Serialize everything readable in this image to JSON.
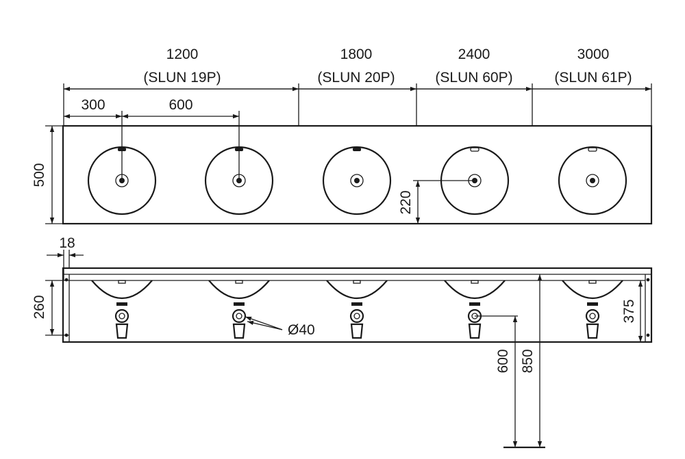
{
  "drawing": {
    "top_labels": [
      {
        "length": "1200",
        "model": "(SLUN 19P)"
      },
      {
        "length": "1800",
        "model": "(SLUN 20P)"
      },
      {
        "length": "2400",
        "model": "(SLUN 60P)"
      },
      {
        "length": "3000",
        "model": "(SLUN 61P)"
      }
    ],
    "dims": {
      "first_offset": "300",
      "spacing": "600",
      "depth": "500",
      "drain_offset": "220",
      "thickness": "18",
      "front_height": "260",
      "back_height": "375",
      "drain_diameter": "Ø40",
      "drain_height": "600",
      "total_height": "850"
    },
    "colors": {
      "line": "#1a1a1a",
      "background": "#ffffff"
    }
  }
}
